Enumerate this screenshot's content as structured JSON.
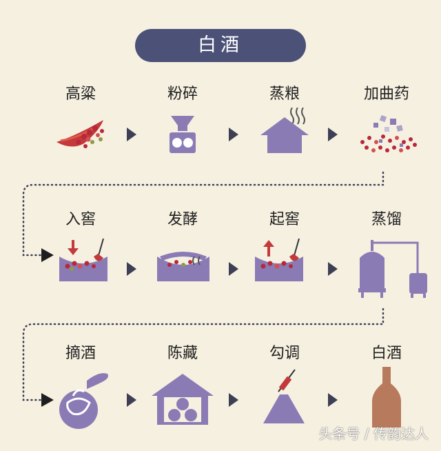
{
  "title": "白酒",
  "rows": [
    [
      {
        "label": "高粱",
        "icon": "sorghum-icon"
      },
      {
        "label": "粉碎",
        "icon": "crusher-icon"
      },
      {
        "label": "蒸粮",
        "icon": "steam-house-icon"
      },
      {
        "label": "加曲药",
        "icon": "yeast-mix-icon"
      }
    ],
    [
      {
        "label": "入窖",
        "icon": "cellar-in-icon"
      },
      {
        "label": "发酵",
        "icon": "ferment-pit-icon"
      },
      {
        "label": "起窖",
        "icon": "cellar-out-icon"
      },
      {
        "label": "蒸馏",
        "icon": "still-icon"
      }
    ],
    [
      {
        "label": "摘酒",
        "icon": "pour-pot-icon"
      },
      {
        "label": "陈藏",
        "icon": "storage-barrels-icon"
      },
      {
        "label": "勾调",
        "icon": "syringe-funnel-icon"
      },
      {
        "label": "白酒",
        "icon": "bottle-icon"
      }
    ]
  ],
  "colors": {
    "title_bg": "#4b5177",
    "icon_purple": "#8a7bb5",
    "dot_red": "#b8283b",
    "bottle": "#b87a5c",
    "arrow": "#3d3f55"
  },
  "watermark": "头条号 / 传韵达人"
}
